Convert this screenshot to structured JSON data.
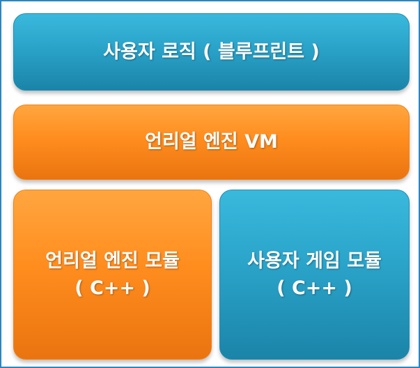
{
  "diagram": {
    "user_logic": {
      "label": "사용자 로직 ( 블루프린트  )"
    },
    "engine_vm": {
      "label": "언리얼 엔진 VM"
    },
    "engine_module": {
      "line1": "언리얼 엔진 모듈",
      "line2": "( C++ )"
    },
    "user_module": {
      "line1": "사용자 게임 모듈",
      "line2": "( C++ )"
    }
  },
  "colors": {
    "blue": "#2aa3c9",
    "orange": "#ff8d1e",
    "frame_border": "#2a86c0",
    "text": "#ffffff"
  }
}
